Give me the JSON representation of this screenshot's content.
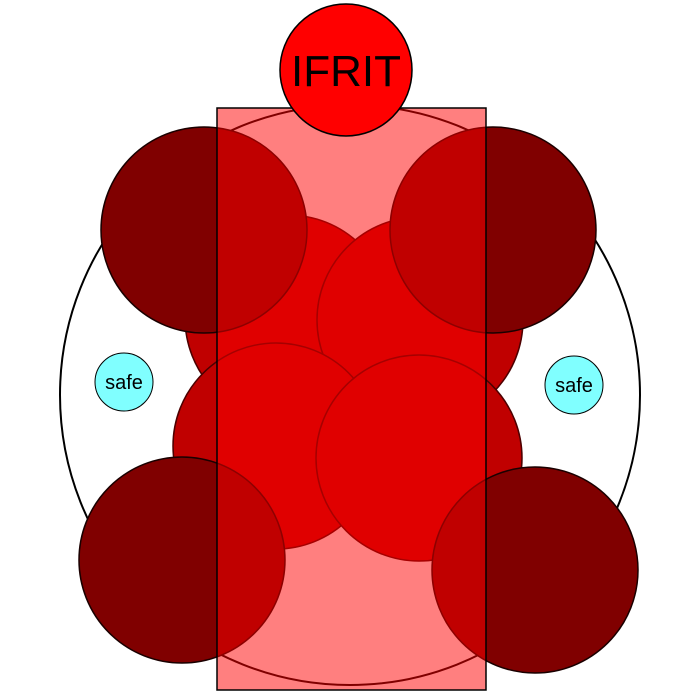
{
  "boss": {
    "label": "IFRIT",
    "color": "#ff0000"
  },
  "safe_spots": [
    {
      "label": "safe",
      "side": "left",
      "color": "#80ffff"
    },
    {
      "label": "safe",
      "side": "right",
      "color": "#80ffff"
    }
  ],
  "colors": {
    "arena_fill": "#ffffff",
    "arena_stroke": "#000000",
    "outer_circle": "#800000",
    "inner_circle": "#c00000",
    "rect_overlay": "#ff0000",
    "rect_overlay_alpha": 0.5
  }
}
